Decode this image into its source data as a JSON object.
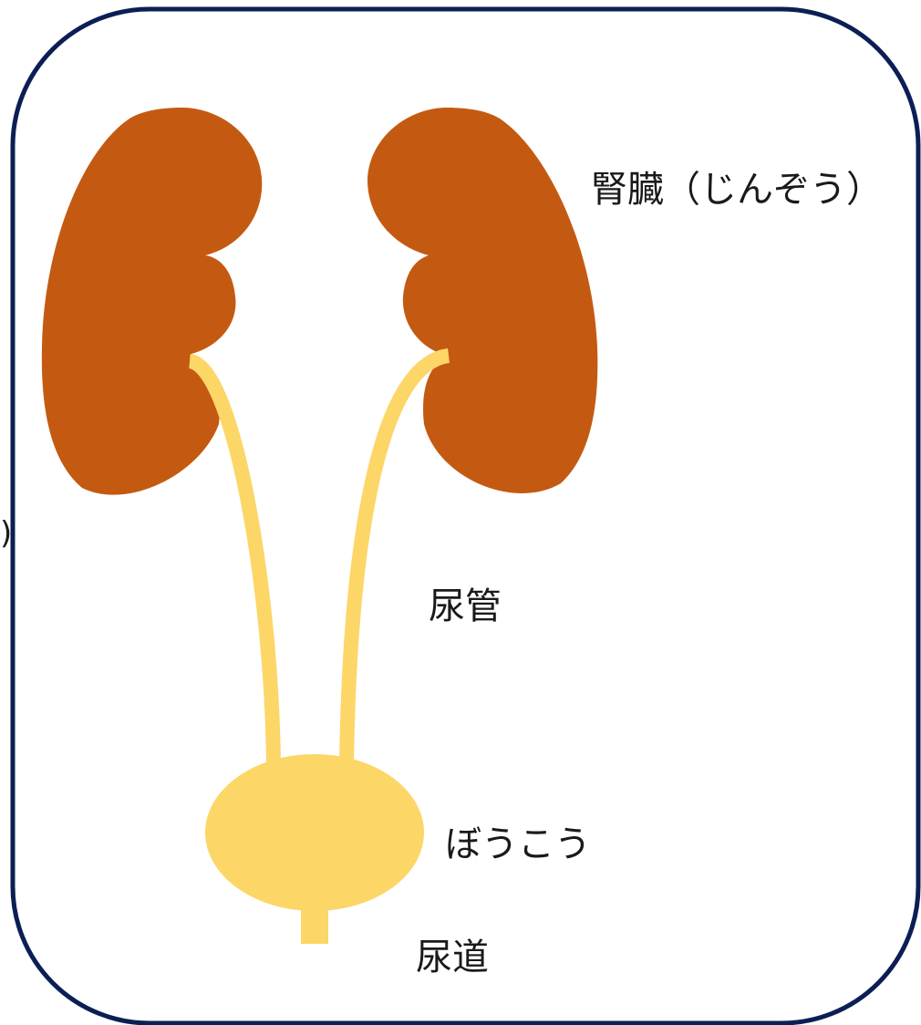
{
  "labels": {
    "kidney": "腎臓（じんぞう）",
    "ureter": "尿管",
    "bladder": "ぼうこう",
    "urethra": "尿道",
    "left_edge_fragment": ")"
  },
  "colors": {
    "frame": "#0b1f55",
    "kidney": "#c45a11",
    "urinary_tract": "#fcd667",
    "text": "#1a1a1a",
    "background": "#ffffff"
  }
}
